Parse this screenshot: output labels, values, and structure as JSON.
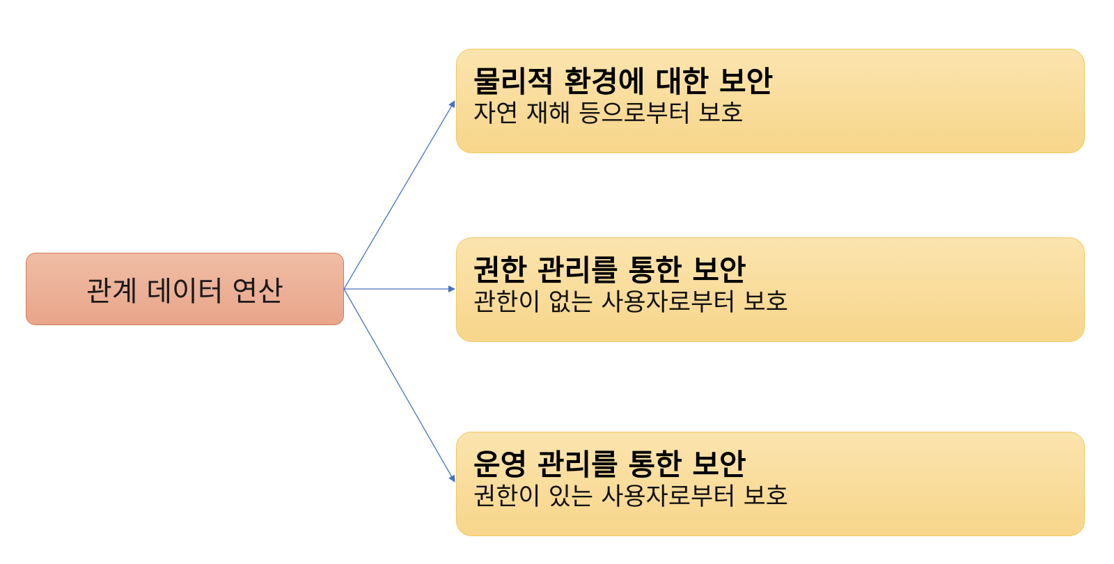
{
  "root": {
    "label": "관계 데이터 연산"
  },
  "branches": [
    {
      "title": "물리적 환경에 대한 보안",
      "description": "자연 재해 등으로부터 보호"
    },
    {
      "title": "권한 관리를 통한 보안",
      "description": "관한이 없는 사용자로부터 보호"
    },
    {
      "title": "운영 관리를 통한 보안",
      "description": "권한이 있는 사용자로부터 보호"
    }
  ],
  "colors": {
    "root_fill": "#eeb49c",
    "root_border": "#d07b56",
    "branch_fill": "#f9dc9c",
    "branch_border": "#f2c75a",
    "connector": "#4472c4"
  }
}
